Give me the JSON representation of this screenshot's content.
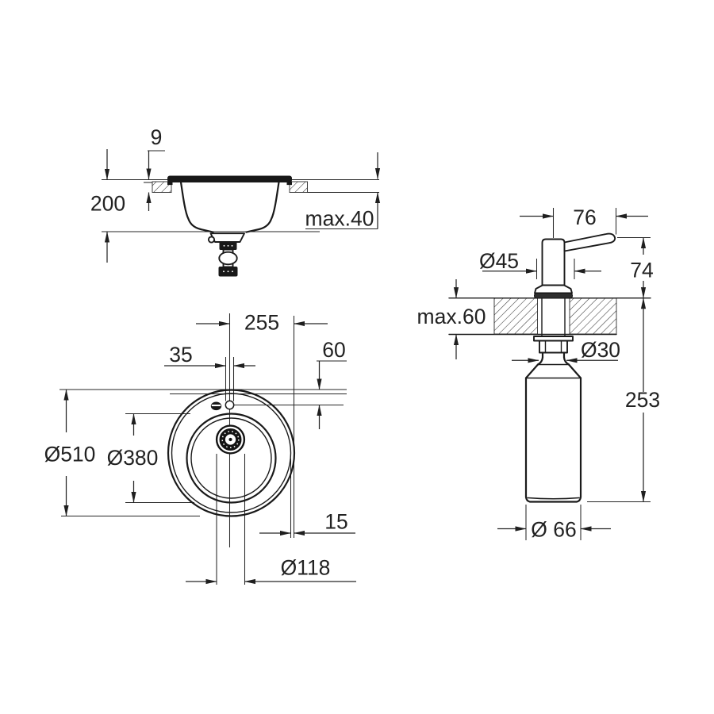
{
  "drawing": {
    "kind": "installation-dimension-drawing",
    "colors": {
      "background": "#ffffff",
      "line": "#1a1a1a",
      "text": "#222222"
    },
    "sink_section": {
      "labels": {
        "rim_height": "9",
        "bowl_depth": "200",
        "countertop_max": "max.40"
      }
    },
    "sink_top_view": {
      "labels": {
        "center_to_edge": "255",
        "tap_hole": "35",
        "hole_offset": "60",
        "outer_diameter": "Ø510",
        "bowl_diameter": "Ø380",
        "rim_width": "15",
        "drain_diameter": "Ø118"
      }
    },
    "soap_dispenser": {
      "labels": {
        "spout_reach": "76",
        "pump_diameter": "Ø45",
        "height_above_deck": "74",
        "countertop_max": "max.60",
        "hole_diameter": "Ø30",
        "below_deck_depth": "253",
        "bottle_diameter": "Ø 66"
      }
    }
  }
}
